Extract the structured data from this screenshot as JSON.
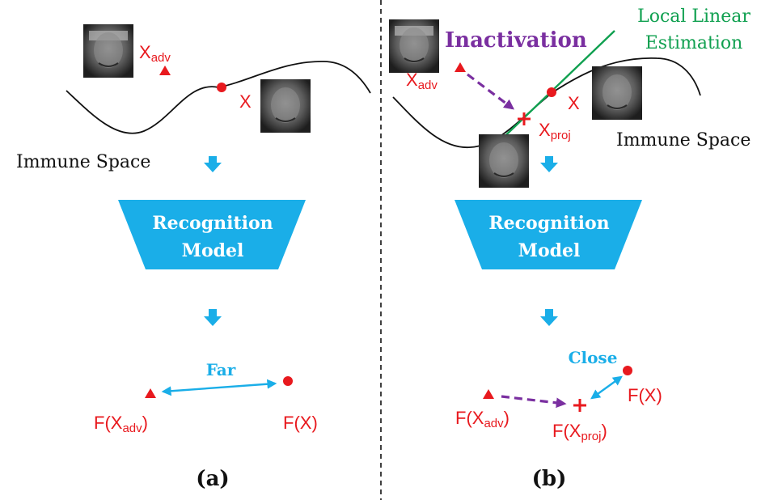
{
  "colors": {
    "red": "#e8191e",
    "cyan": "#1aaee8",
    "purple": "#7a2fa0",
    "green": "#10a050",
    "black": "#111111"
  },
  "panel_a": {
    "x_adv_label": {
      "main": "X",
      "sub": "adv"
    },
    "x_label": "X",
    "immune_space": "Immune Space",
    "model_line1": "Recognition",
    "model_line2": "Model",
    "far": "Far",
    "f_x_adv": {
      "prefix": "F(X",
      "sub": "adv",
      "suffix": ")"
    },
    "f_x": "F(X)",
    "caption": "(a)"
  },
  "panel_b": {
    "local_linear_line1": "Local Linear",
    "local_linear_line2": "Estimation",
    "inactivation": "Inactivation",
    "x_adv_label": {
      "main": "X",
      "sub": "adv"
    },
    "x_label": "X",
    "x_proj_label": {
      "main": "X",
      "sub": "proj"
    },
    "immune_space": "Immune Space",
    "model_line1": "Recognition",
    "model_line2": "Model",
    "close": "Close",
    "f_x": "F(X)",
    "f_x_adv": {
      "prefix": "F(X",
      "sub": "adv",
      "suffix": ")"
    },
    "f_x_proj": {
      "prefix": "F(X",
      "sub": "proj",
      "suffix": ")"
    },
    "caption": "(b)"
  }
}
